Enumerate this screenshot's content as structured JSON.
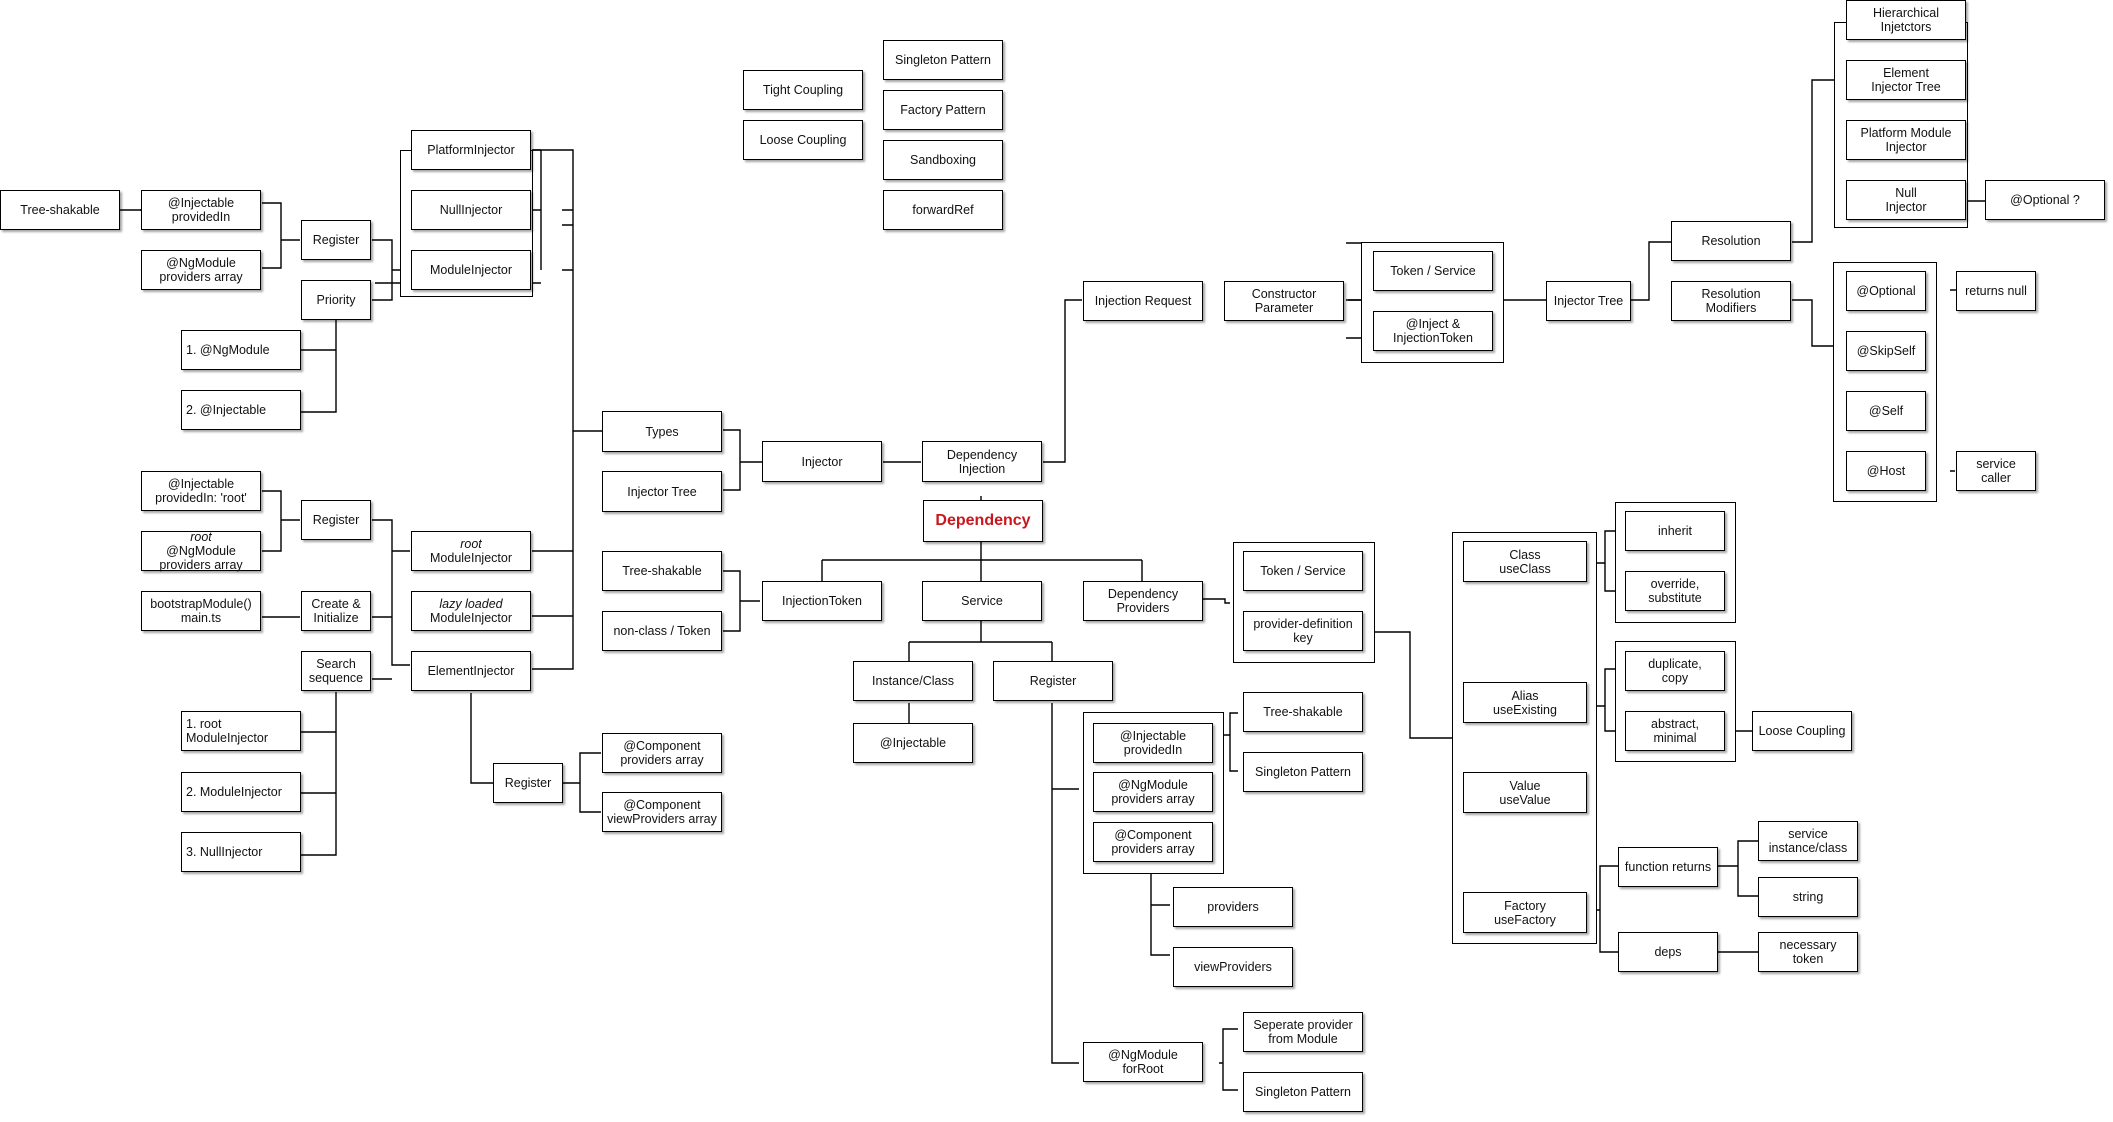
{
  "diagram": {
    "center": "Dependency",
    "dependency_injection": "Dependency\nInjection",
    "injector": "Injector",
    "types": "Types",
    "injector_tree_main": "Injector Tree",
    "platform_injector": "PlatformInjector",
    "null_injector": "NullInjector",
    "module_injector": "ModuleInjector",
    "register_1": "Register",
    "priority": "Priority",
    "injectable_providedin": "@Injectable\nprovidedIn",
    "ngmodule_providers_1": "@NgModule\nproviders array",
    "tree_shakable_far": "Tree-shakable",
    "priority_1": "1. @NgModule",
    "priority_2": "2. @Injectable",
    "root_module_injector_em": "root",
    "root_module_injector": "ModuleInjector",
    "lazy_module_injector_em": "lazy loaded",
    "lazy_module_injector": "ModuleInjector",
    "element_injector": "ElementInjector",
    "register_2": "Register",
    "create_initialize": "Create &\nInitialize",
    "search_sequence": "Search\nsequence",
    "injectable_root": "@Injectable\nprovidedIn: 'root'",
    "root_ngmodule_em": "root",
    "root_ngmodule": " @NgModule\nproviders array",
    "bootstrap": "bootstrapModule()\nmain.ts",
    "search_1": "1. root ModuleInjector",
    "search_2": "2. ModuleInjector",
    "search_3": "3. NullInjector",
    "register_3": "Register",
    "component_providers_1": "@Component\nproviders array",
    "component_view_providers": "@Component\nviewProviders array",
    "tight_coupling": "Tight Coupling",
    "loose_coupling": "Loose Coupling",
    "singleton_pattern_top": "Singleton Pattern",
    "factory_pattern": "Factory Pattern",
    "sandboxing": "Sandboxing",
    "forward_ref": "forwardRef",
    "injection_request": "Injection Request",
    "constructor_parameter": "Constructor\nParameter",
    "token_service_1": "Token / Service",
    "inject_token": "@Inject &\nInjectionToken",
    "injector_tree_right": "Injector Tree",
    "resolution": "Resolution",
    "resolution_modifiers": "Resolution\nModifiers",
    "hierarchical_injectors": "Hierarchical Injetctors",
    "element_injector_tree": "Element\nInjector Tree",
    "platform_module_injector": "Platform Module\nInjector",
    "null_injector_2": "Null\nInjector",
    "optional_q": "@Optional ?",
    "optional": "@Optional",
    "skip_self": "@SkipSelf",
    "self": "@Self",
    "host": "@Host",
    "returns_null": "returns null",
    "service_caller": "service caller",
    "injection_token": "InjectionToken",
    "tree_shakable_2": "Tree-shakable",
    "non_class_token": "non-class / Token",
    "service": "Service",
    "instance_class": "Instance/Class",
    "injectable_2": "@Injectable",
    "register_4": "Register",
    "injectable_providedin_2": "@Injectable\nprovidedIn",
    "ngmodule_providers_2": "@NgModule\nproviders array",
    "component_providers_2": "@Component\nproviders array",
    "tree_shakable_3": "Tree-shakable",
    "singleton_pattern_2": "Singleton Pattern",
    "providers": "providers",
    "view_providers": "viewProviders",
    "ngmodule_forroot": "@NgModule\nforRoot",
    "separate_provider": "Seperate provider\nfrom Module",
    "singleton_pattern_3": "Singleton Pattern",
    "dependency_providers": "Dependency\nProviders",
    "token_service_2": "Token / Service",
    "provider_definition_key": "provider-definition\nkey",
    "class_useclass": "Class\nuseClass",
    "alias_useexisting": "Alias\nuseExisting",
    "value_usevalue": "Value\nuseValue",
    "factory_usefactory": "Factory\nuseFactory",
    "inherit": "inherit",
    "override_substitute": "override,\nsubstitute",
    "duplicate_copy": "duplicate,\ncopy",
    "abstract_minimal": "abstract,\nminimal",
    "loose_coupling_2": "Loose Coupling",
    "function_returns": "function returns",
    "deps": "deps",
    "service_instance_class": "service\ninstance/class",
    "string": "string",
    "necessary_token": "necessary\ntoken"
  }
}
